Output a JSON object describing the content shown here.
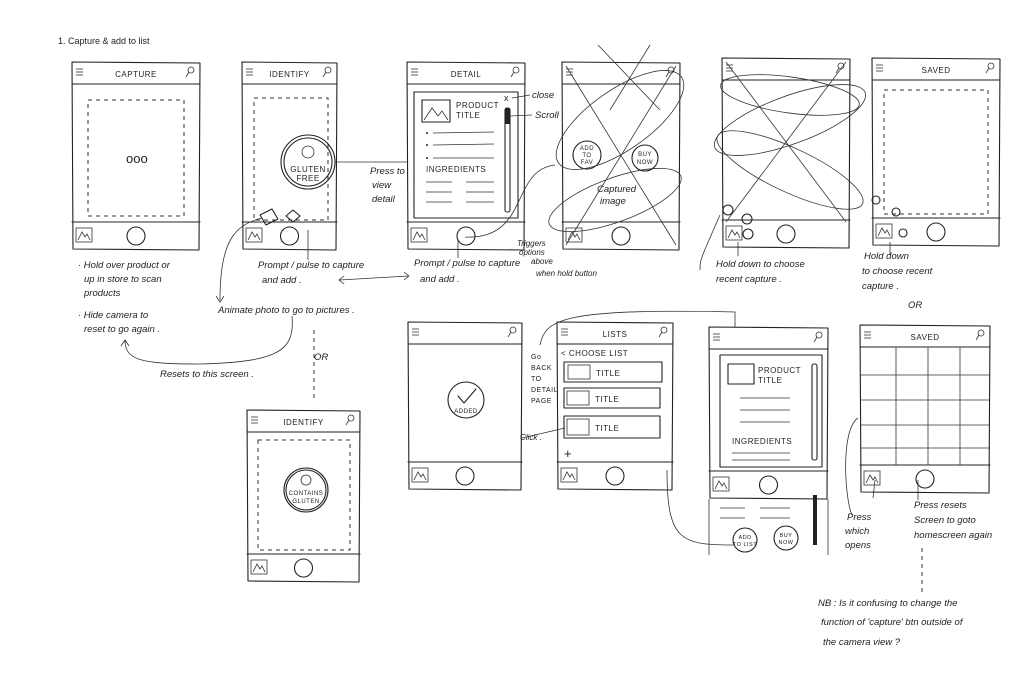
{
  "heading": "1. Capture & add to list",
  "screens": {
    "capture": {
      "title": "CAPTURE",
      "loading": "ooo"
    },
    "identify": {
      "title": "IDENTIFY",
      "badge_line1": "GLUTEN",
      "badge_line2": "FREE"
    },
    "detail": {
      "title": "DETAIL",
      "product_title_1": "PRODUCT",
      "product_title_2": "TITLE",
      "ingredients": "INGREDIENTS",
      "close": "x"
    },
    "options": {
      "add_to_fav": [
        "ADD",
        "TO",
        "FAV"
      ],
      "buy_now": [
        "BUY",
        "NOW"
      ],
      "captured_image": [
        "Captured",
        "image"
      ]
    },
    "options_recent": {
      "title": ""
    },
    "saved": {
      "title": "SAVED"
    },
    "added": {
      "badge": "ADDED"
    },
    "lists": {
      "title": "LISTS",
      "back": "< CHOOSE LIST",
      "items": [
        "TITLE",
        "TITLE",
        "TITLE"
      ],
      "add": "+"
    },
    "detail2": {
      "product_title_1": "PRODUCT",
      "product_title_2": "TITLE",
      "ingredients": "INGREDIENTS",
      "add_to_list": [
        "ADD",
        "TO LIST"
      ],
      "buy_now": [
        "BUY",
        "NOW"
      ]
    },
    "saved_grid": {
      "title": "SAVED"
    },
    "identify_contains": {
      "title": "IDENTIFY",
      "badge_line1": "CONTAINS",
      "badge_line2": "GLUTEN"
    }
  },
  "annotations": {
    "hold_over": [
      "· Hold over product or",
      "up in store to scan",
      "products"
    ],
    "hide_camera": [
      "· Hide camera to",
      "reset to go again ."
    ],
    "prompt_pulse_1": [
      "Prompt / pulse to capture",
      "and add ."
    ],
    "animate_photo": "Animate photo to go to pictures .",
    "resets": "Resets to this screen .",
    "or_1": "OR",
    "press_to_view": [
      "Press to",
      "view",
      "detail"
    ],
    "close": "close",
    "scroll": "Scroll",
    "prompt_pulse_2": [
      "Prompt / pulse to capture",
      "and add ."
    ],
    "triggers": [
      "Triggers",
      "options",
      "above"
    ],
    "when_hold": "when hold button",
    "hold_down_1": [
      "Hold down to choose",
      "recent capture ."
    ],
    "hold_down_2": [
      "Hold down",
      "to choose recent",
      "capture ."
    ],
    "or_2": "OR",
    "go_back": [
      "Go",
      "BACK",
      "TO",
      "DETAIL",
      "PAGE"
    ],
    "click": "Click .",
    "press_which": [
      "Press",
      "which",
      "opens"
    ],
    "press_resets": [
      "Press resets",
      "Screen to goto",
      "homescreen again"
    ],
    "nb": [
      "NB : Is it confusing to change the",
      "function of 'capture' btn outside of",
      "the camera view ?"
    ]
  }
}
